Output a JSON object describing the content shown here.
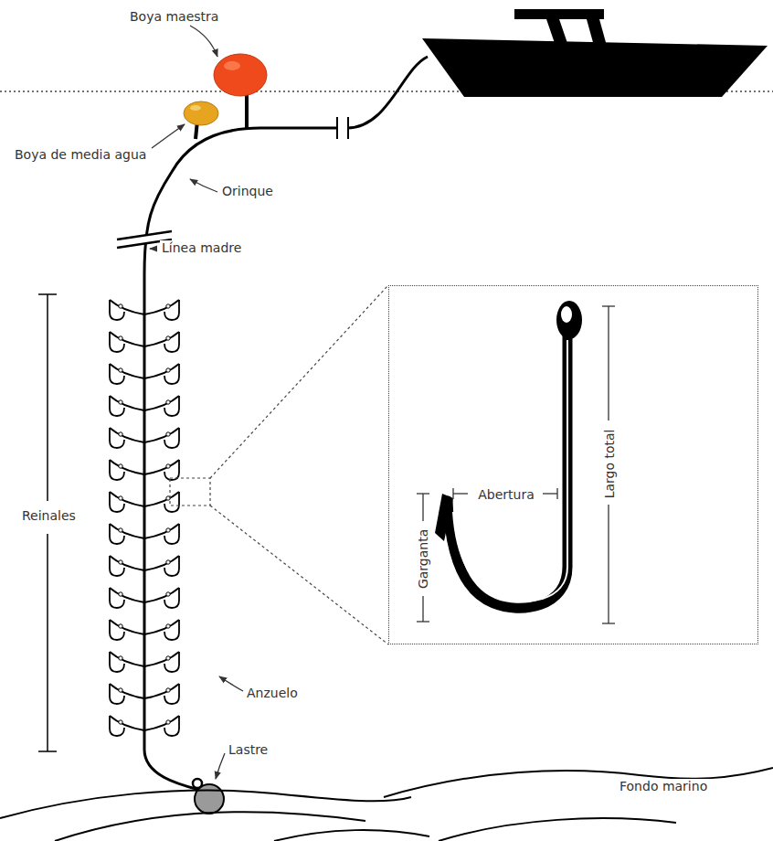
{
  "diagram": {
    "nodes": [
      {
        "text": [
          "Abertura",
          "Garganta",
          "Largo total"
        ]
      }
    ],
    "labels": [
      "Boya maestra",
      "Boya de media agua",
      "Orinque",
      "Línea madre",
      "Reinales",
      "Anzuelo",
      "Lastre",
      "Fondo marino"
    ]
  }
}
